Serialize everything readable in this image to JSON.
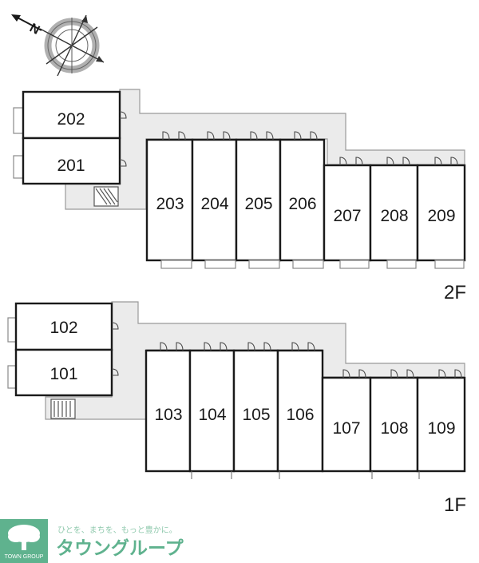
{
  "floors": {
    "upper": {
      "label": "2F",
      "rooms": [
        "202",
        "201",
        "203",
        "204",
        "205",
        "206",
        "207",
        "208",
        "209"
      ]
    },
    "lower": {
      "label": "1F",
      "rooms": [
        "102",
        "101",
        "103",
        "104",
        "105",
        "106",
        "107",
        "108",
        "109"
      ]
    }
  },
  "compass": {
    "north_label": "N"
  },
  "logo": {
    "tagline": "ひとを、まちを、もっと豊かに。",
    "name": "タウングループ",
    "brand": "TOWN GROUP"
  },
  "colors": {
    "wall": "#1a1a1a",
    "corridor": "#ebebeb",
    "logo_green": "#5fb28e"
  }
}
